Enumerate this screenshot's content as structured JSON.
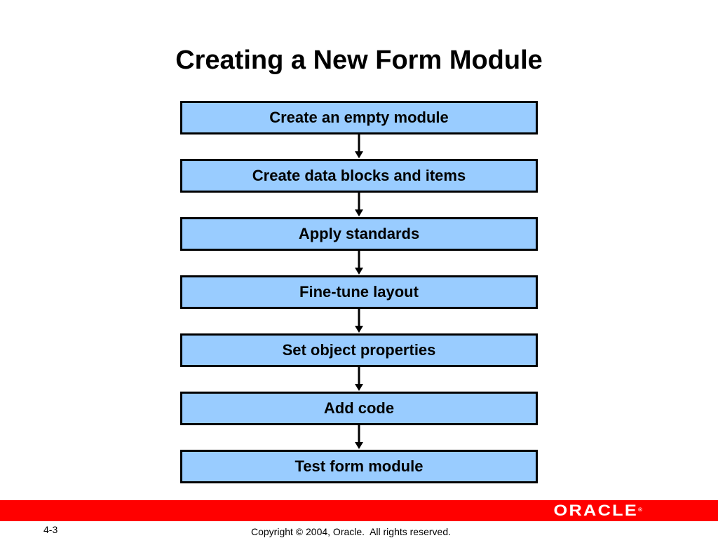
{
  "slide": {
    "title": "Creating a New Form Module"
  },
  "flow": {
    "steps": [
      "Create an empty module",
      "Create data blocks and items",
      "Apply standards",
      "Fine-tune layout",
      "Set object properties",
      "Add code",
      "Test form module"
    ]
  },
  "footer": {
    "logo_text": "ORACLE",
    "logo_mark": "®",
    "page_number": "4-3",
    "copyright": "Copyright © 2004, Oracle.  All rights reserved."
  },
  "colors": {
    "box_fill": "#99ccff",
    "box_border": "#000000",
    "footer_bar": "#ff0000"
  }
}
